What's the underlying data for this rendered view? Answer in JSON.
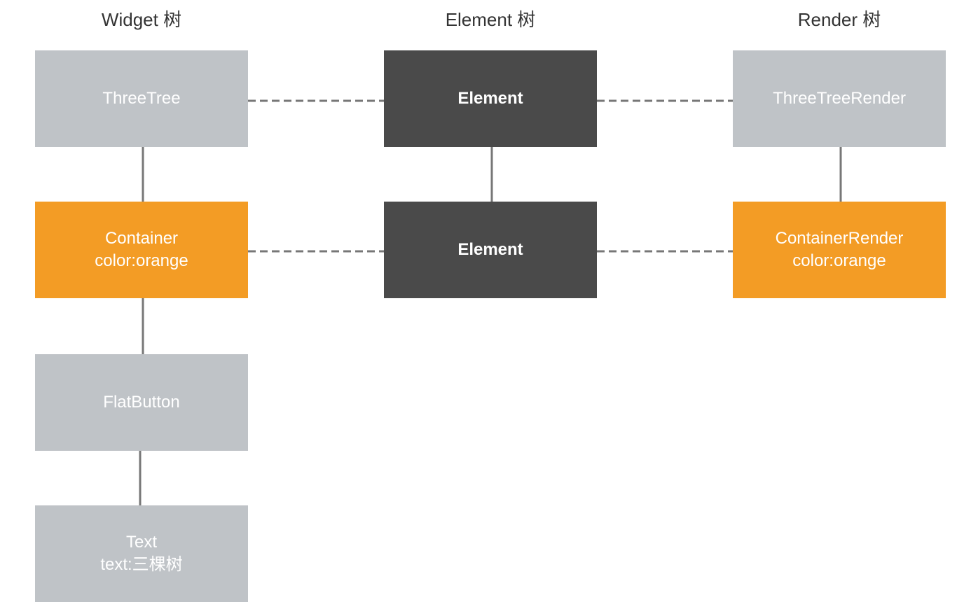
{
  "colors": {
    "gray_node": "#bfc3c7",
    "orange_node": "#f39c25",
    "dark_node": "#4a4a4a",
    "connector": "#777777"
  },
  "columns": {
    "widget": {
      "title": "Widget 树"
    },
    "element": {
      "title": "Element 树"
    },
    "render": {
      "title": "Render 树"
    }
  },
  "widget_tree": [
    {
      "line1": "ThreeTree",
      "line2": "",
      "style": "gray"
    },
    {
      "line1": "Container",
      "line2": "color:orange",
      "style": "orange"
    },
    {
      "line1": "FlatButton",
      "line2": "",
      "style": "gray"
    },
    {
      "line1": "Text",
      "line2": "text:三棵树",
      "style": "gray"
    }
  ],
  "element_tree": [
    {
      "line1": "Element",
      "line2": "",
      "style": "dark"
    },
    {
      "line1": "Element",
      "line2": "",
      "style": "dark"
    }
  ],
  "render_tree": [
    {
      "line1": "ThreeTreeRender",
      "line2": "",
      "style": "gray"
    },
    {
      "line1": "ContainerRender",
      "line2": "color:orange",
      "style": "orange"
    }
  ]
}
